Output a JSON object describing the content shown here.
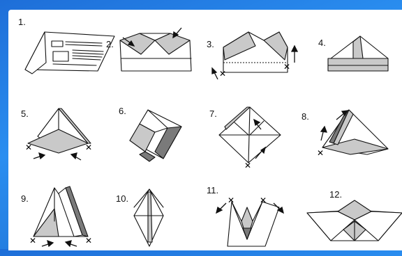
{
  "steps": [
    {
      "num": "1."
    },
    {
      "num": "2."
    },
    {
      "num": "3."
    },
    {
      "num": "4."
    },
    {
      "num": "5."
    },
    {
      "num": "6."
    },
    {
      "num": "7."
    },
    {
      "num": "8."
    },
    {
      "num": "9."
    },
    {
      "num": "10."
    },
    {
      "num": "11."
    },
    {
      "num": "12."
    }
  ]
}
